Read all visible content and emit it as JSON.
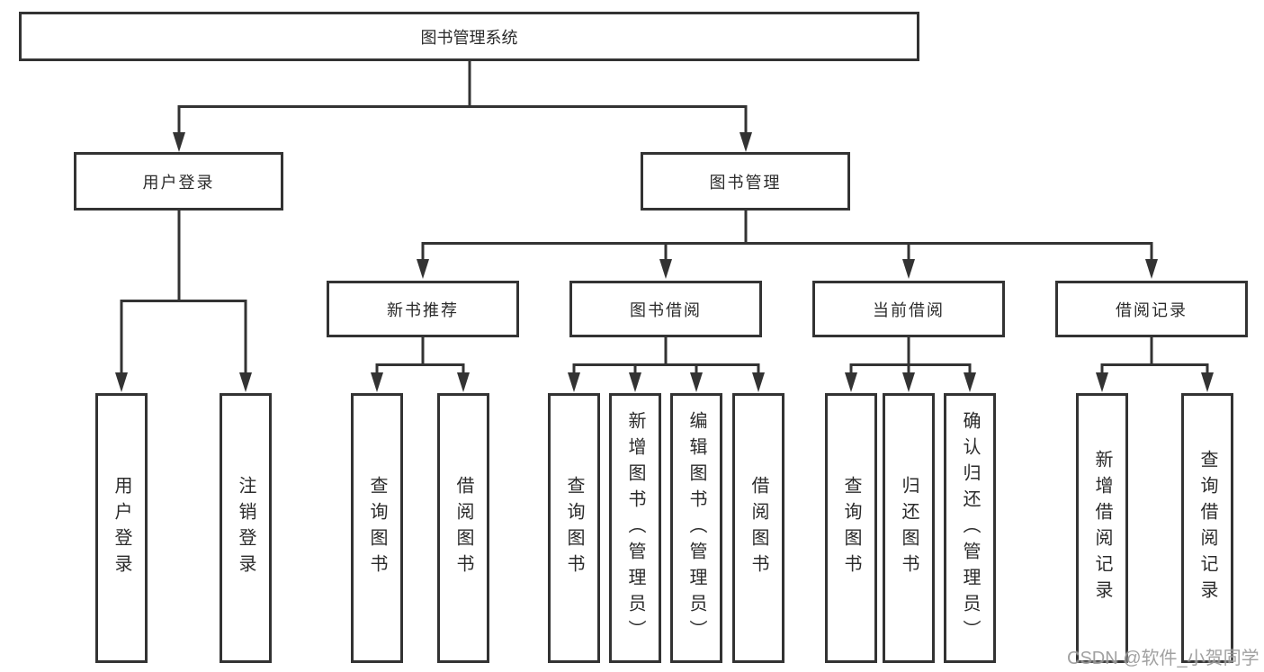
{
  "tree": {
    "label": "图书管理系统",
    "children": [
      {
        "label": "用户登录",
        "children": [
          {
            "label": "用户登录"
          },
          {
            "label": "注销登录"
          }
        ]
      },
      {
        "label": "图书管理",
        "children": [
          {
            "label": "新书推荐",
            "children": [
              {
                "label": "查询图书"
              },
              {
                "label": "借阅图书"
              }
            ]
          },
          {
            "label": "图书借阅",
            "children": [
              {
                "label": "查询图书"
              },
              {
                "label": "新增图书（管理员）"
              },
              {
                "label": "编辑图书（管理员）"
              },
              {
                "label": "借阅图书"
              }
            ]
          },
          {
            "label": "当前借阅",
            "children": [
              {
                "label": "查询图书"
              },
              {
                "label": "归还图书"
              },
              {
                "label": "确认归还（管理员）"
              }
            ]
          },
          {
            "label": "借阅记录",
            "children": [
              {
                "label": "新增借阅记录"
              },
              {
                "label": "查询借阅记录"
              }
            ]
          }
        ]
      }
    ]
  },
  "watermark": "CSDN @软件_小贺同学",
  "colors": {
    "line": "#333333",
    "text": "#2b2b2b",
    "bg": "#ffffff",
    "watermark": "#9a9a9a"
  }
}
